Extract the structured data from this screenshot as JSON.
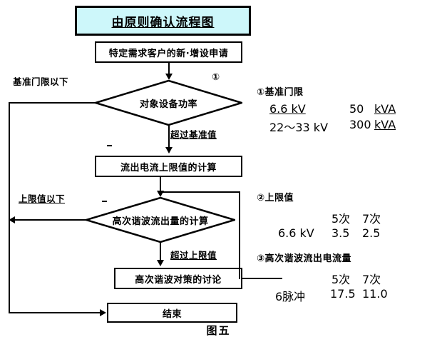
{
  "figure": {
    "title": "由原则确认流程图",
    "caption": "图五"
  },
  "flow": {
    "nodes": {
      "apply": "特定需求客户的新·增设申请",
      "decision_power": "对象设备功率",
      "calc_current_limit": "流出电流上限值的计算",
      "decision_harmonic": "高次谐波流出量的计算",
      "countermeasure": "高次谐波对策的讨论",
      "end": "结束"
    },
    "edges": {
      "below_baseline": "基准门限以下",
      "over_baseline": "超过基准值",
      "below_limit": "上限值以下",
      "over_limit": "超过上限值"
    },
    "markers": {
      "ref_one": "①"
    }
  },
  "legend": {
    "block1": {
      "heading": "①基准门限",
      "rows": [
        {
          "voltage": "6.6  kV",
          "capacity": "50",
          "unit": "kVA"
        },
        {
          "voltage": "22～33 kV",
          "capacity": "300",
          "unit": "kVA"
        }
      ]
    },
    "block2": {
      "heading": "②上限值",
      "columns": [
        "5次",
        "7次"
      ],
      "rows": [
        {
          "label": "6.6 kV",
          "h5": "3.5",
          "h7": "2.5"
        }
      ]
    },
    "block3": {
      "heading": "③高次谐波流出电流量",
      "columns": [
        "5次",
        "7次"
      ],
      "rows": [
        {
          "label": "6脉冲",
          "h5": "17.5",
          "h7": "11.0"
        }
      ]
    }
  },
  "colors": {
    "title_fill": "#cdf7fa",
    "stroke": "#000000",
    "background": "#ffffff"
  }
}
